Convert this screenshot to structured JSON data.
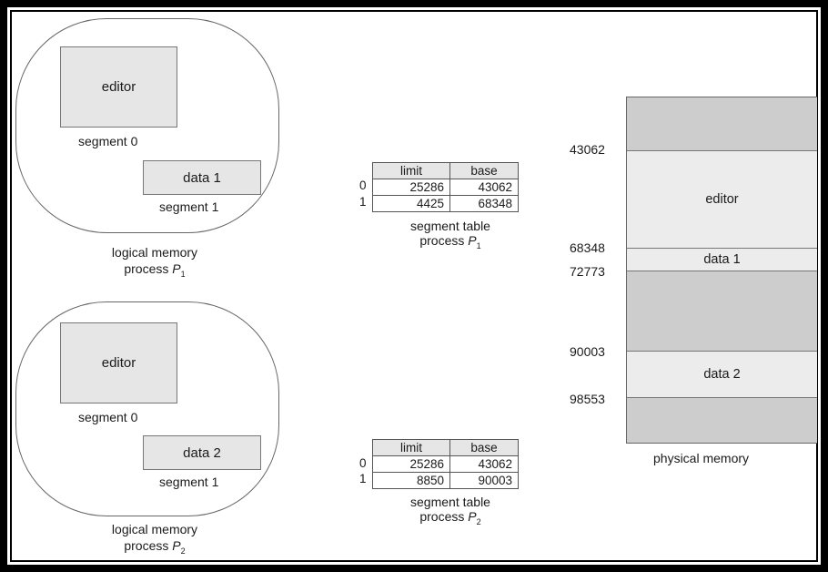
{
  "process1": {
    "segments": [
      {
        "label": "editor",
        "name": "segment 0"
      },
      {
        "label": "data 1",
        "name": "segment 1"
      }
    ],
    "caption_line1": "logical memory",
    "caption_line2": "process",
    "caption_sub": "1",
    "table": {
      "headers": [
        "limit",
        "base"
      ],
      "rows": [
        {
          "index": "0",
          "limit": "25286",
          "base": "43062"
        },
        {
          "index": "1",
          "limit": "4425",
          "base": "68348"
        }
      ],
      "caption_line1": "segment table",
      "caption_line2": "process",
      "caption_sub": "1"
    }
  },
  "process2": {
    "segments": [
      {
        "label": "editor",
        "name": "segment 0"
      },
      {
        "label": "data 2",
        "name": "segment 1"
      }
    ],
    "caption_line1": "logical memory",
    "caption_line2": "process",
    "caption_sub": "2",
    "table": {
      "headers": [
        "limit",
        "base"
      ],
      "rows": [
        {
          "index": "0",
          "limit": "25286",
          "base": "43062"
        },
        {
          "index": "1",
          "limit": "8850",
          "base": "90003"
        }
      ],
      "caption_line1": "segment table",
      "caption_line2": "process",
      "caption_sub": "2"
    }
  },
  "physical_memory": {
    "caption": "physical memory",
    "addresses": [
      "43062",
      "68348",
      "72773",
      "90003",
      "98553"
    ],
    "regions": [
      {
        "label": "editor"
      },
      {
        "label": "data 1"
      },
      {
        "label": "data 2"
      }
    ]
  },
  "italic_P": "P"
}
